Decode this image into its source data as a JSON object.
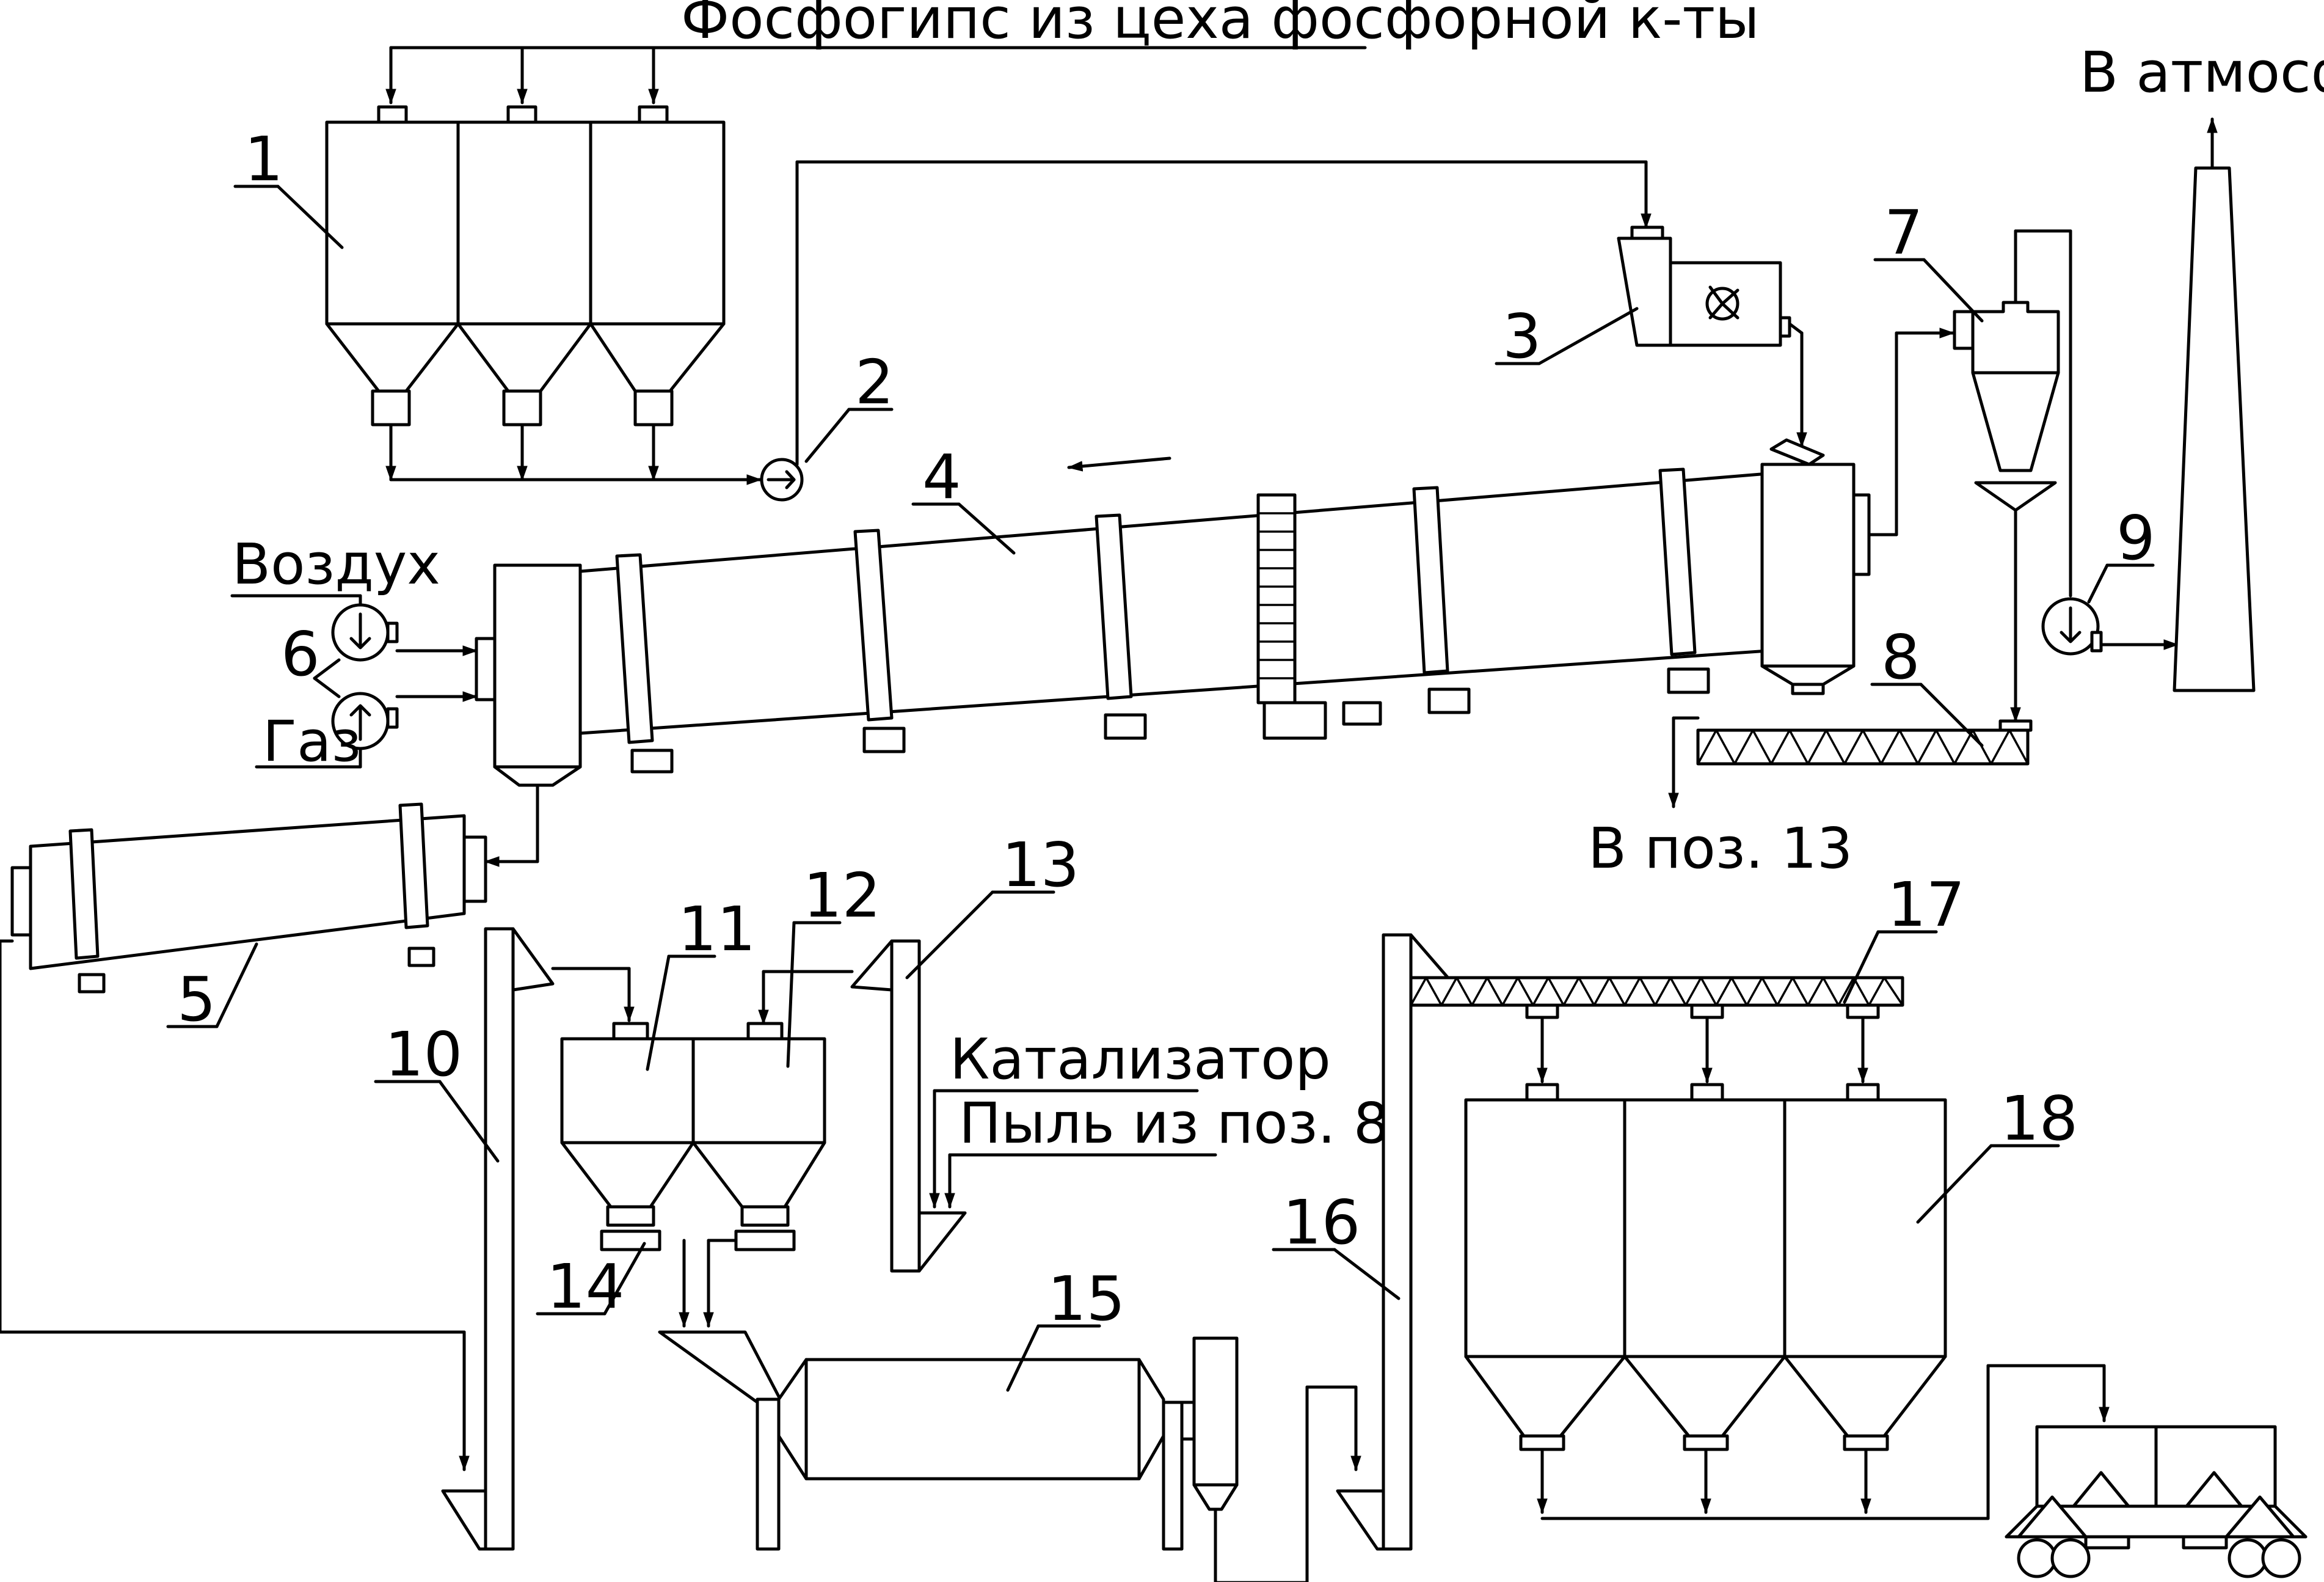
{
  "labels": {
    "phosphogypsum_source": "Фосфогипс из цеха фосфорной к-ты",
    "to_atmosphere": "В атмосферу",
    "air": "Воздух",
    "gas": "Газ",
    "to_pos13": "В поз. 13",
    "catalyst": "Катализатор",
    "dust_from_pos8": "Пыль из поз. 8"
  },
  "positions": {
    "p1": "1",
    "p2": "2",
    "p3": "3",
    "p4": "4",
    "p5": "5",
    "p6": "6",
    "p7": "7",
    "p8": "8",
    "p9": "9",
    "p10": "10",
    "p11": "11",
    "p12": "12",
    "p13": "13",
    "p14": "14",
    "p15": "15",
    "p16": "16",
    "p17": "17",
    "p18": "18"
  }
}
